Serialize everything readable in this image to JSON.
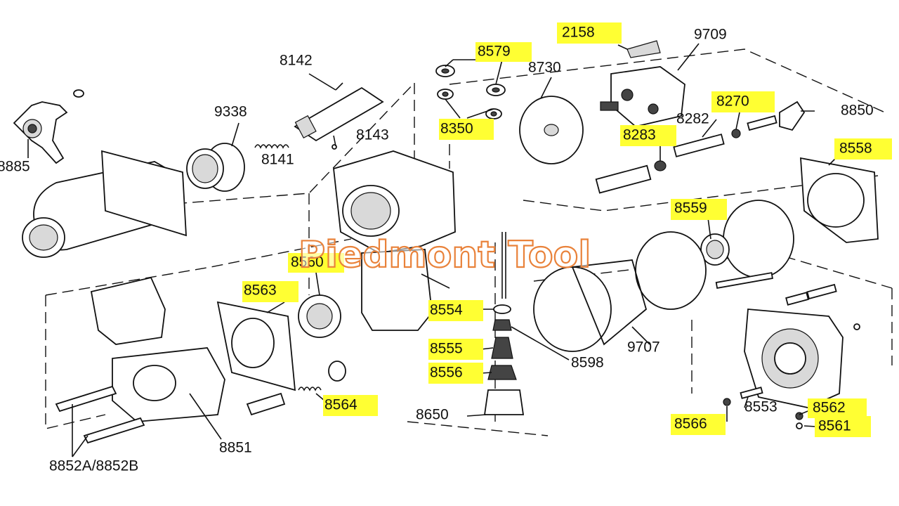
{
  "watermark": "Piedmont Tool",
  "colors": {
    "highlight": "#ffff33",
    "ink": "#111111",
    "watermark_outline": "#e9823a"
  },
  "parts": {
    "p2158": "2158",
    "p9709": "9709",
    "p8579": "8579",
    "p8142": "8142",
    "p8730": "8730",
    "p9338": "9338",
    "p8270": "8270",
    "p8282": "8282",
    "p8850": "8850",
    "p8350": "8350",
    "p8143": "8143",
    "p8885": "8885",
    "p8283": "8283",
    "p8141": "8141",
    "p8558": "8558",
    "p8559": "8559",
    "p8560": "8560",
    "p8563": "8563",
    "p8554": "8554",
    "p8555": "8555",
    "p8556": "8556",
    "p8598": "8598",
    "p9707": "9707",
    "p8564": "8564",
    "p8650": "8650",
    "p8562": "8562",
    "p8553": "8553",
    "p8566": "8566",
    "p8561": "8561",
    "p8851": "8851",
    "p8852": "8852A/8852B"
  }
}
